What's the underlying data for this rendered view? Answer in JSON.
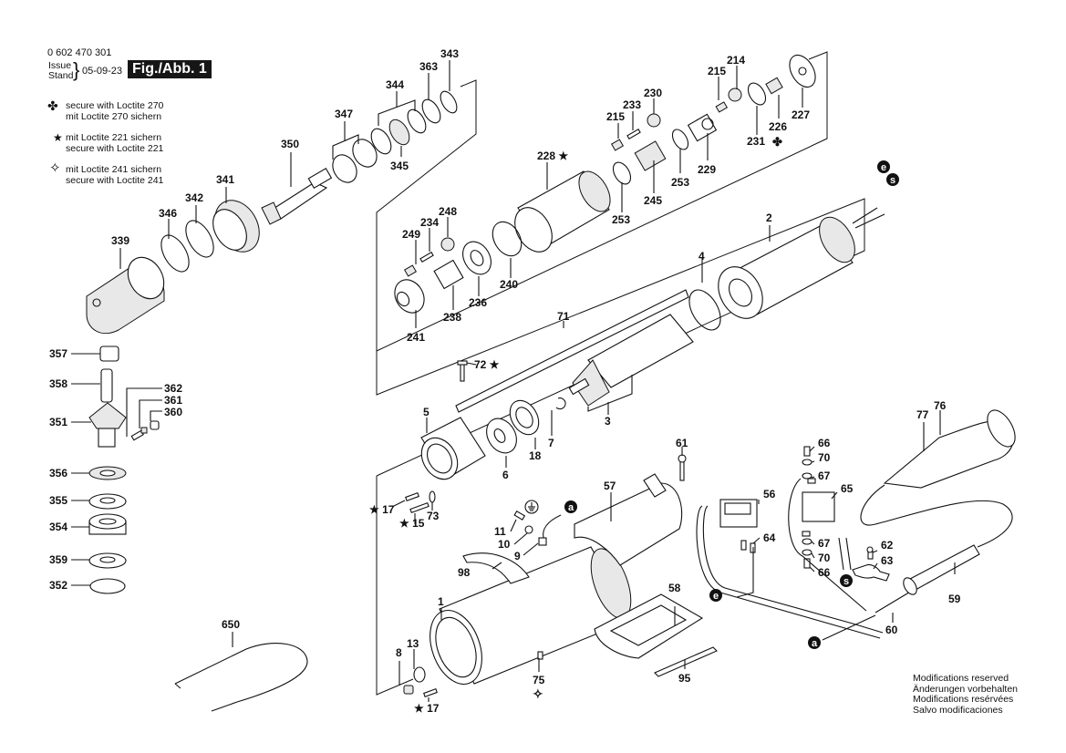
{
  "header": {
    "part_number": "0 602 470 301",
    "issue_label_en": "Issue",
    "issue_label_de": "Stand",
    "issue_date": "05-09-23",
    "figure_label": "Fig./Abb. 1"
  },
  "legend": [
    {
      "icon": "clover-icon",
      "symbol": "✤",
      "line1": "secure with Loctite 270",
      "line2": "mit Loctite 270 sichern"
    },
    {
      "icon": "star-icon",
      "symbol": "★",
      "line1": "mit Loctite 221 sichern",
      "line2": "secure with Loctite 221"
    },
    {
      "icon": "four-point-star-icon",
      "symbol": "✧",
      "line1": "mit Loctite 241 sichern",
      "line2": "secure with Loctite 241"
    }
  ],
  "footer": {
    "lines": [
      "Modifications reserved",
      "Änderungen vorbehalten",
      "Modifications resérvées",
      "Salvo modificaciones"
    ]
  },
  "parts": {
    "p343": "343",
    "p363": "363",
    "p344": "344",
    "p347": "347",
    "p345": "345",
    "p350": "350",
    "p341": "341",
    "p342": "342",
    "p346": "346",
    "p339": "339",
    "p357": "357",
    "p358": "358",
    "p362": "362",
    "p361": "361",
    "p360": "360",
    "p351": "351",
    "p356": "356",
    "p355": "355",
    "p354": "354",
    "p359": "359",
    "p352": "352",
    "p650": "650",
    "p215a": "215",
    "p233": "233",
    "p230": "230",
    "p215b": "215",
    "p214": "214",
    "p226": "226",
    "p227": "227",
    "p231": "231",
    "p229": "229",
    "p253a": "253",
    "p253b": "253",
    "p245": "245",
    "p228": "228 ★",
    "p248": "248",
    "p234": "234",
    "p249": "249",
    "p236": "236",
    "p240": "240",
    "p238": "238",
    "p241": "241",
    "p2": "2",
    "p4": "4",
    "p71": "71",
    "p72": "72 ★",
    "p3": "3",
    "p5": "5",
    "p6": "6",
    "p18": "18",
    "p7": "7",
    "p17a": "★ 17",
    "p15": "★ 15",
    "p73": "73",
    "p61": "61",
    "p57": "57",
    "p11": "11",
    "p10": "10",
    "p9": "9",
    "p98": "98",
    "p1": "1",
    "p58": "58",
    "p95": "95",
    "p75": "75",
    "p8": "8",
    "p13": "13",
    "p17b": "★ 17",
    "p66a": "66",
    "p70a": "70",
    "p67a": "67",
    "p56": "56",
    "p65": "65",
    "p64": "64",
    "p67b": "67",
    "p70b": "70",
    "p66b": "66",
    "p62": "62",
    "p63": "63",
    "p77": "77",
    "p76": "76",
    "p59": "59",
    "p60": "60"
  },
  "refs": {
    "a": "a",
    "e": "e",
    "s": "s"
  }
}
